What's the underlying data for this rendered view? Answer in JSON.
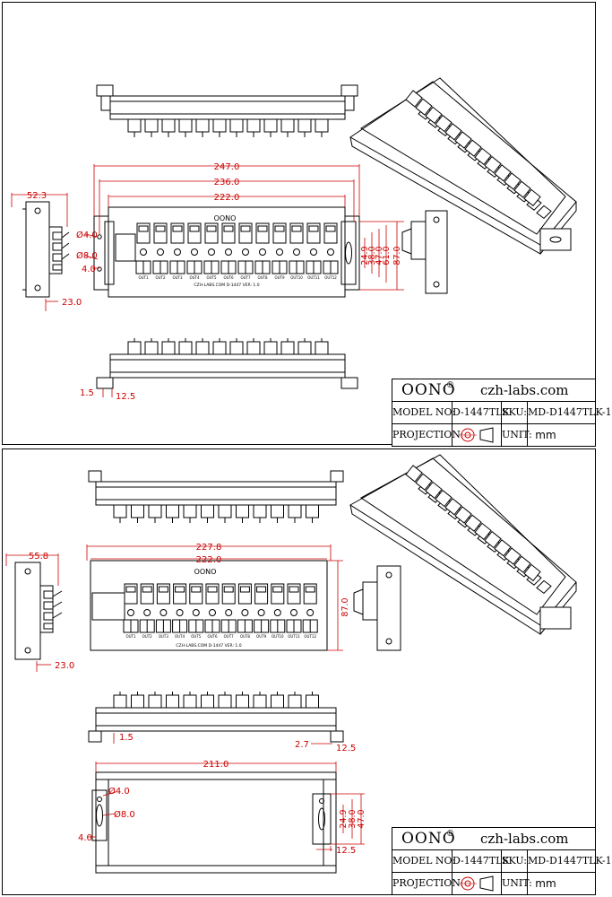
{
  "sheet1": {
    "top_width_dims": [
      "247.0",
      "236.0",
      "222.0"
    ],
    "right_height_dims": [
      "24.9",
      "38.0",
      "47.0",
      "61.0",
      "87.0"
    ],
    "hole_dia": "Ø4.0",
    "slot_dia": "Ø8.0",
    "edge_offset": "4.0",
    "side_width": "52.3",
    "side_depth": "23.0",
    "bottom_dims": [
      "1.5",
      "12.5"
    ]
  },
  "sheet2": {
    "top_width_dims": [
      "227.8",
      "222.0"
    ],
    "right_height_dims": [
      "87.0"
    ],
    "side_width": "55.8",
    "side_depth": "23.0",
    "bottom_dims": [
      "1.5",
      "2.7",
      "12.5"
    ],
    "rail_length": "211.0",
    "hole_dia": "Ø4.0",
    "slot_dia": "Ø8.0",
    "edge_offset": "4.0",
    "rail_height_dims": [
      "24.9",
      "38.0",
      "47.0"
    ],
    "rail_bottom_dim": "12.5"
  },
  "board": {
    "logo": "OONO",
    "bottom_text": "CZH-LABS.COM      D-1447 VER: 1.0",
    "outputs": [
      "OUT1",
      "OUT2",
      "OUT3",
      "OUT4",
      "OUT5",
      "OUT6",
      "OUT7",
      "OUT8",
      "OUT9",
      "OUT10",
      "OUT11",
      "OUT12"
    ]
  },
  "title_block": {
    "brand": "OONO",
    "brand_mark": "®",
    "website": "czh-labs.com",
    "model_label": "MODEL NO:",
    "model_value": "D-1447TLK",
    "sku_label": "SKU:",
    "sku_value": "MD-D1447TLK-1",
    "projection_label": "PROJECTION:",
    "unit_label": "UNIT:",
    "unit_value": "mm"
  },
  "colors": {
    "dimension": "#cc0000",
    "line": "#000000"
  }
}
